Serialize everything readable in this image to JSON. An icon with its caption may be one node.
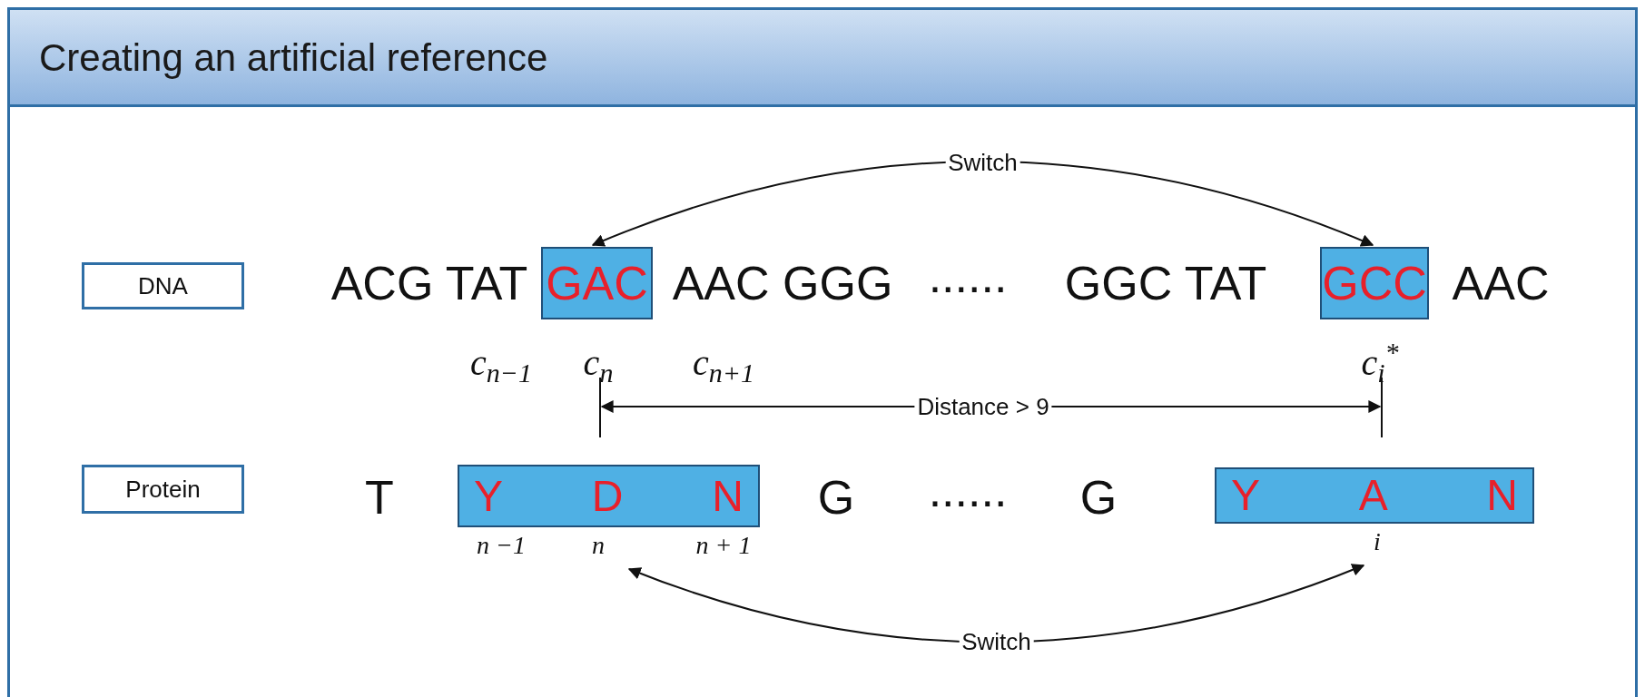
{
  "diagram": {
    "title": "Creating an artificial reference",
    "nodes": [
      {
        "text": [
          "DNA"
        ]
      },
      {
        "text": [
          "GAC"
        ]
      },
      {
        "text": [
          "GCC"
        ]
      },
      {
        "text": [
          "Protein"
        ]
      },
      {
        "text": [
          "Y",
          "D",
          "N"
        ],
        "beside": [
          "n −1",
          "n",
          "n + 1"
        ]
      },
      {
        "text": [
          "Y",
          "A",
          "N"
        ],
        "beside": [
          "i"
        ]
      }
    ],
    "edges": [
      {
        "from": 1,
        "to": 2,
        "arrow": "both",
        "label": "Switch"
      },
      {
        "from": 4,
        "to": 5,
        "arrow": "both",
        "label": "Switch"
      }
    ],
    "labels": [
      "ACG TAT",
      "AAC GGG",
      "......",
      "GGC TAT",
      "AAC",
      "c$_{n−1}$",
      "c$_{n}$",
      "c$_{n+1}$",
      "c$_{i}$$^{*}$",
      "Distance > 9",
      "T",
      "G",
      "......",
      "G"
    ]
  }
}
